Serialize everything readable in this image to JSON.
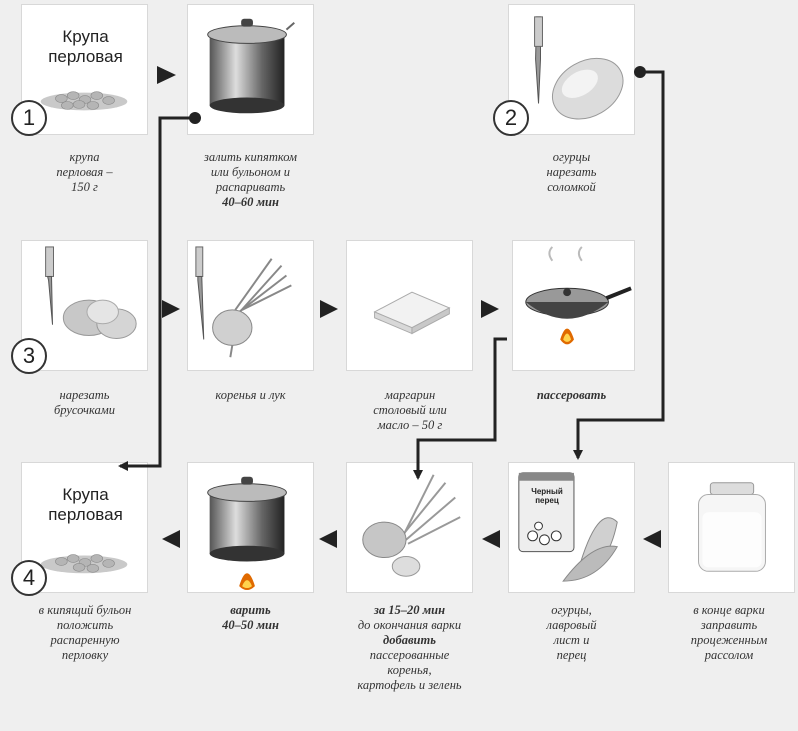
{
  "steps": {
    "1": "1",
    "2": "2",
    "3": "3",
    "4": "4"
  },
  "card_labels": {
    "barley_top": [
      "Крупа",
      "перловая"
    ],
    "barley_bottom": [
      "Крупа",
      "перловая"
    ],
    "pepper_jar": [
      "Черный",
      "перец"
    ]
  },
  "captions": {
    "r1c1": [
      "крупа",
      "перловая –",
      "150 г"
    ],
    "r1c2": [
      "залить кипятком",
      "или бульоном и",
      "распаривать",
      "40–60 мин"
    ],
    "r1c4": [
      "огурцы",
      "нарезать",
      "соломкой"
    ],
    "r2c1": [
      "нарезать",
      "брусочками"
    ],
    "r2c2": [
      "коренья и лук"
    ],
    "r2c3": [
      "маргарин",
      "столовый или",
      "масло – 50 г"
    ],
    "r2c4": [
      "пассеровать"
    ],
    "r3c1": [
      "в кипящий бульон",
      "положить",
      "распаренную",
      "перловку"
    ],
    "r3c2": [
      "варить",
      "40–50 мин"
    ],
    "r3c3": [
      "за 15–20 мин",
      "до окончания варки",
      "добавить",
      "пассерованные",
      "коренья,",
      "картофель и зелень"
    ],
    "r3c4": [
      "огурцы,",
      "лавровый",
      "лист и",
      "перец"
    ],
    "r3c5": [
      "в конце варки",
      "заправить",
      "процеженным",
      "рассолом"
    ]
  },
  "colors": {
    "background": "#efefef",
    "card": "#ffffff",
    "arrow": "#222222",
    "flame": "#e06a00"
  }
}
